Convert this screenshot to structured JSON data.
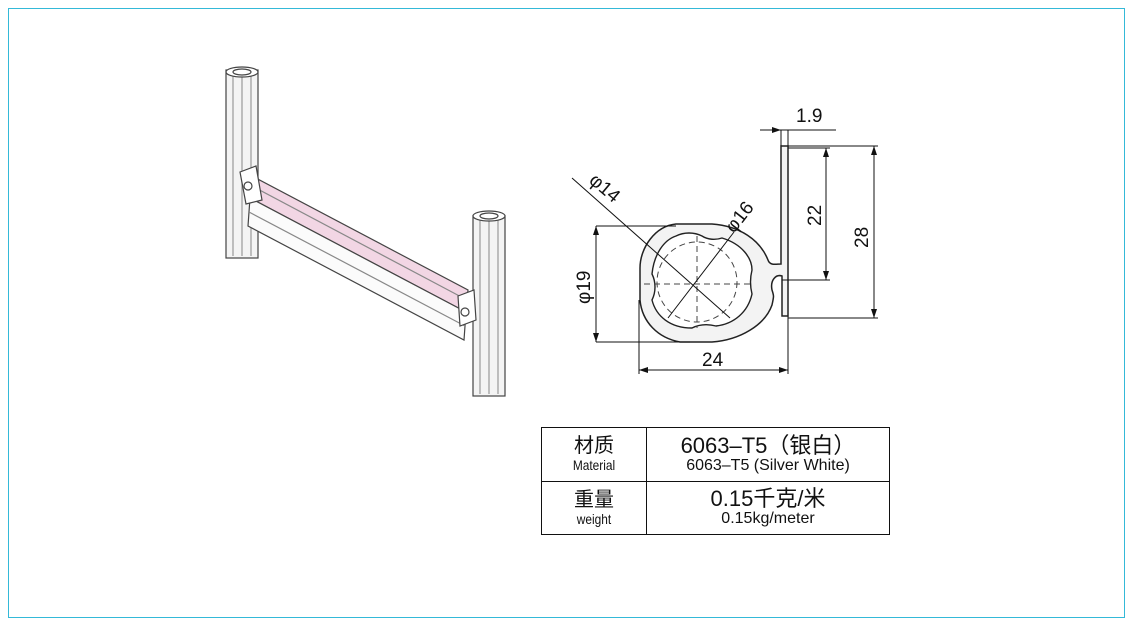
{
  "dimensions": {
    "d14": "φ14",
    "d16": "φ16",
    "d19": "φ19",
    "w24": "24",
    "t19": "1.9",
    "h22": "22",
    "h28": "28"
  },
  "spec_table": {
    "rows": [
      {
        "label_zh": "材质",
        "label_en": "Material",
        "value_zh": "6063–T5（银白）",
        "value_en": "6063–T5 (Silver White)"
      },
      {
        "label_zh": "重量",
        "label_en": "weight",
        "value_zh": "0.15千克/米",
        "value_en": "0.15kg/meter"
      }
    ]
  },
  "colors": {
    "border": "#34b9d8",
    "bar_fill": "#f2d6e4",
    "line": "#111111"
  }
}
